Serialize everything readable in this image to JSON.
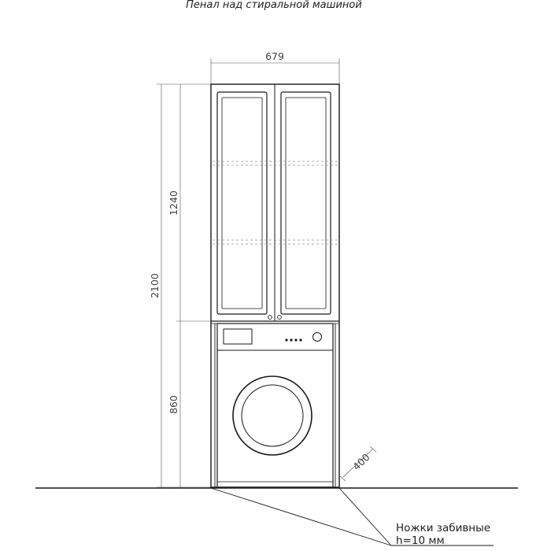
{
  "title": "Пенал над стиральной машиной",
  "dimensions": {
    "width": "679",
    "total_height": "2100",
    "upper_height": "1240",
    "lower_height": "860",
    "depth": "400"
  },
  "note": {
    "line1": "Ножки забивные",
    "line2": "h=10  мм"
  }
}
